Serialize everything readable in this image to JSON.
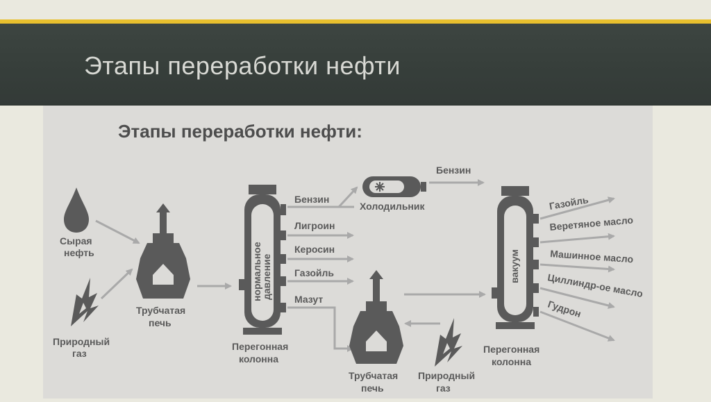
{
  "slide": {
    "title": "Этапы переработки нефти",
    "colors": {
      "header_bg": "#373f3b",
      "accent_line": "#e8bf2e",
      "page_bg": "#eae9df",
      "diagram_bg": "#dcdbd8",
      "ink": "#555555"
    }
  },
  "diagram": {
    "heading": "Этапы переработки нефти:",
    "crude_oil_label": [
      "Сырая",
      "нефть"
    ],
    "natural_gas_1_label": [
      "Природный",
      "газ"
    ],
    "furnace_1_label": [
      "Трубчатая",
      "печь"
    ],
    "column_1_text": [
      "нормальное",
      "давление"
    ],
    "column_1_label": [
      "Перегонная",
      "колонна"
    ],
    "column_1_outputs": [
      "Бензин",
      "Лигроин",
      "Керосин",
      "Газойль",
      "Мазут"
    ],
    "cooler_label": "Холодильник",
    "cooler_output": "Бензин",
    "furnace_2_label": [
      "Трубчатая",
      "печь"
    ],
    "natural_gas_2_label": [
      "Природный",
      "газ"
    ],
    "column_2_text": "вакуум",
    "column_2_label": [
      "Перегонная",
      "колонна"
    ],
    "column_2_outputs": [
      "Газойль",
      "Веретяное масло",
      "Машинное масло",
      "Циллиндр-ое масло",
      "Гудрон"
    ],
    "icons": [
      "drop-icon",
      "flame-icon",
      "furnace-icon",
      "column-icon",
      "cooler-icon",
      "snowflake-icon"
    ]
  }
}
